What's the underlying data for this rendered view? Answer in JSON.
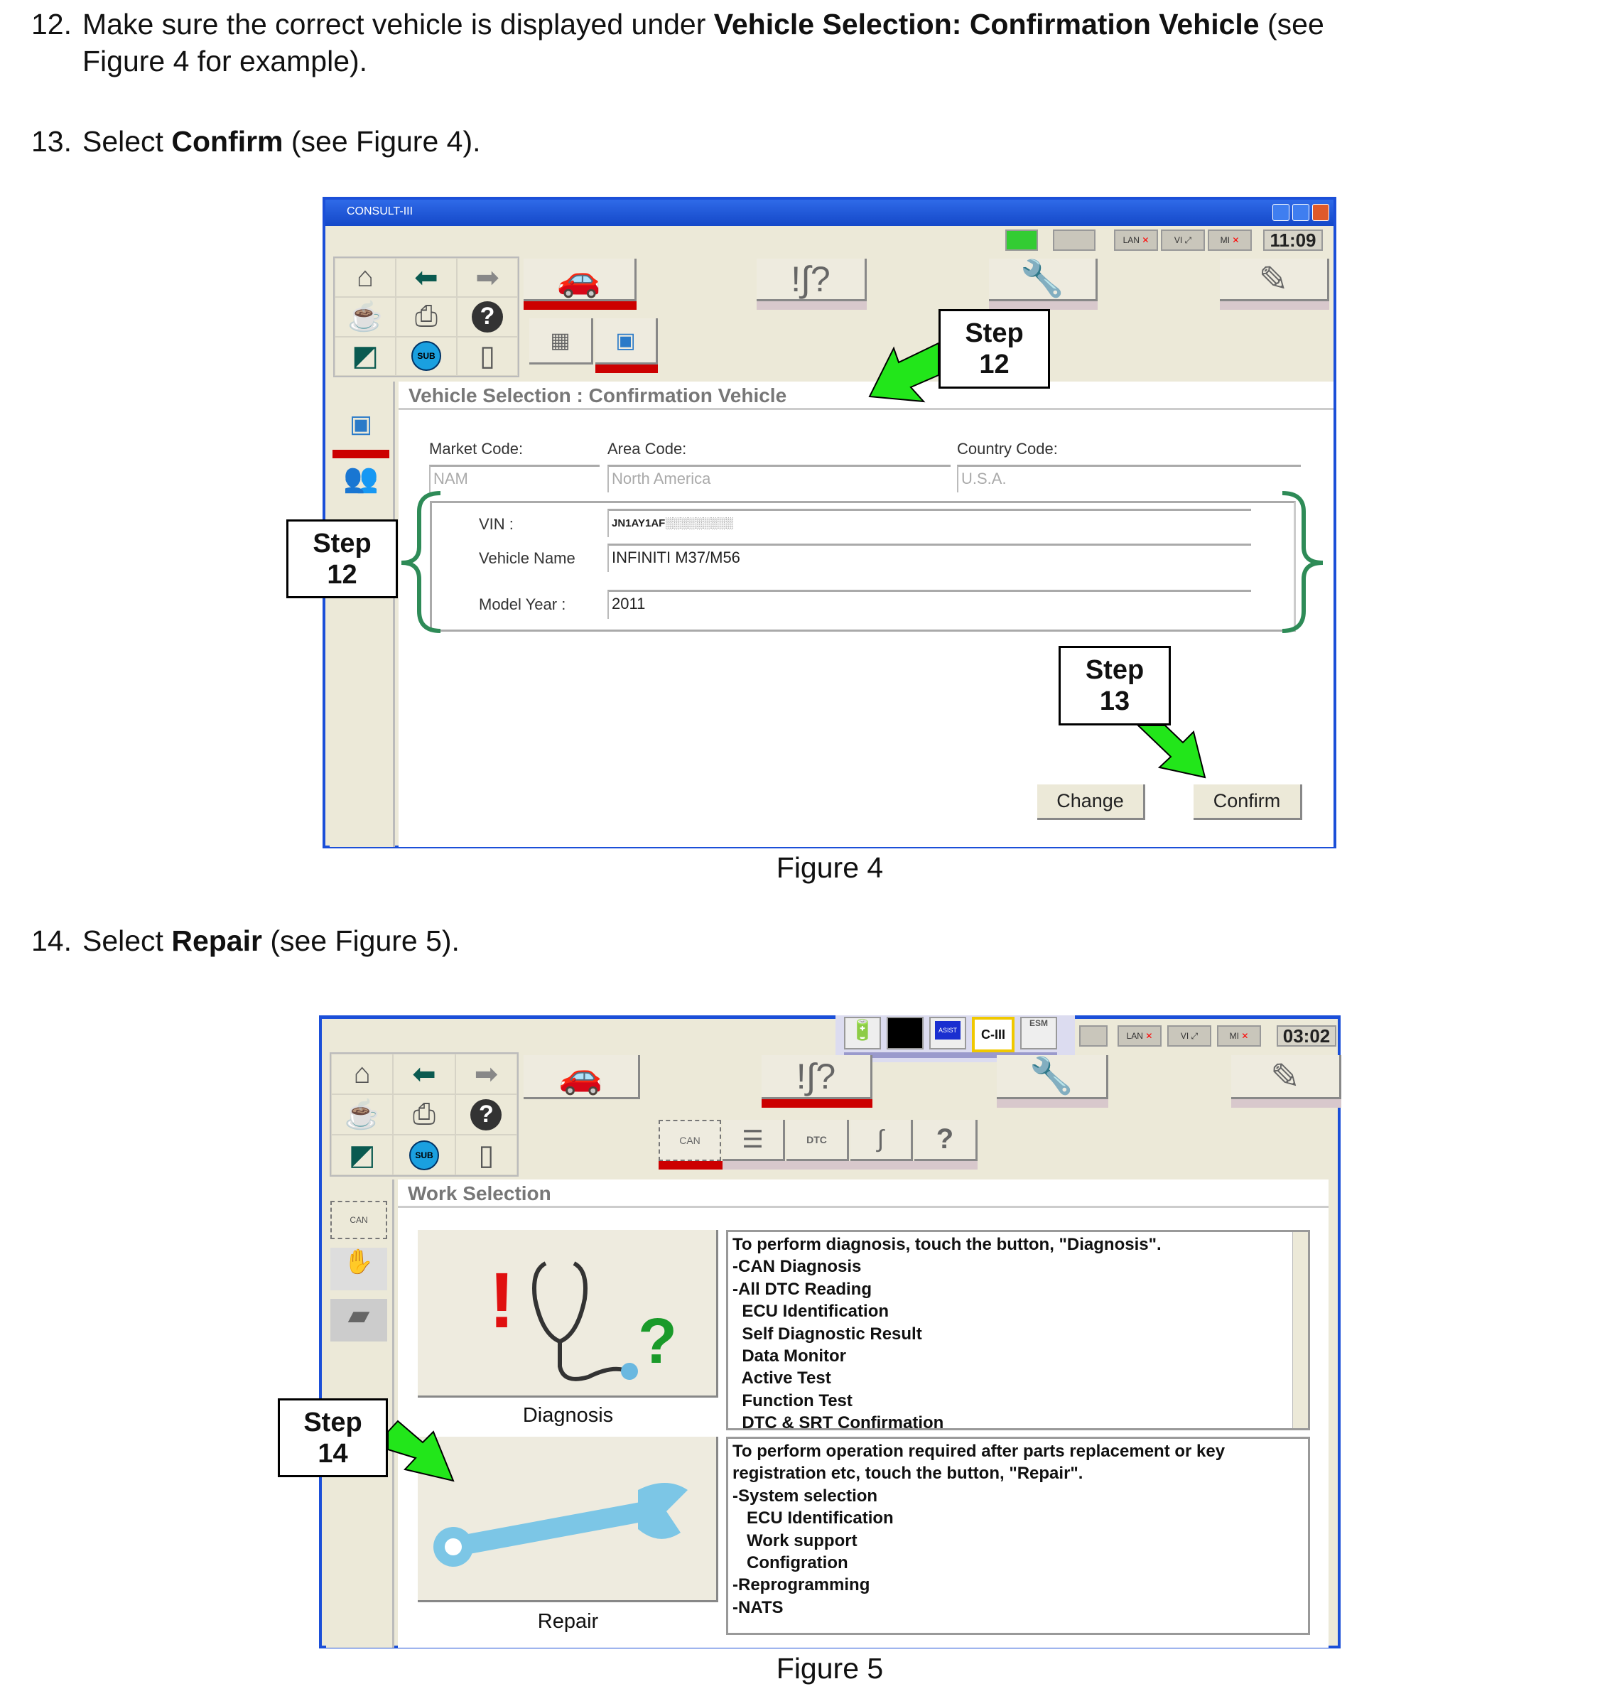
{
  "instructions": [
    {
      "number": "12.",
      "text_before": "Make sure the correct vehicle is displayed under ",
      "bold": "Vehicle Selection: Confirmation Vehicle",
      "text_after": " (see",
      "line2": "Figure 4 for example)."
    },
    {
      "number": "13.",
      "text_before": "Select ",
      "bold": "Confirm",
      "text_after": " (see Figure 4)."
    },
    {
      "number": "14.",
      "text_before": "Select ",
      "bold": "Repair",
      "text_after": " (see Figure 5)."
    }
  ],
  "figure4": {
    "caption": "Figure 4",
    "window_title": "CONSULT-III",
    "clock": "11:09",
    "status": {
      "lan": "LAN",
      "vi": "VI",
      "mi": "MI"
    },
    "header": "Vehicle Selection : Confirmation Vehicle",
    "labels": {
      "market": "Market Code:",
      "area": "Area Code:",
      "country": "Country Code:",
      "vin": "VIN :",
      "vehicle_name": "Vehicle Name",
      "model_year": "Model Year :"
    },
    "values": {
      "market": "NAM",
      "area": "North America",
      "country": "U.S.A.",
      "vin": "JN1AY1AF░░░░░░░░░",
      "vehicle_name": "INFINITI M37/M56",
      "model_year": "2011"
    },
    "buttons": {
      "change": "Change",
      "confirm": "Confirm"
    },
    "callouts": [
      {
        "title": "Step",
        "num": "12"
      },
      {
        "title": "Step",
        "num": "12"
      },
      {
        "title": "Step",
        "num": "13"
      }
    ],
    "icon_labels": {
      "sub": "SUB"
    }
  },
  "figure5": {
    "caption": "Figure 5",
    "clock": "03:02",
    "status": {
      "lan": "LAN",
      "vi": "VI",
      "mi": "MI"
    },
    "tray": {
      "c3": "C-III",
      "esm": "ESM",
      "asist": "ASIST"
    },
    "header": "Work Selection",
    "sub_buttons": {
      "can": "CAN",
      "dtc": "DTC"
    },
    "diagnosis_label": "Diagnosis",
    "repair_label": "Repair",
    "diagnosis_text": [
      "To perform diagnosis, touch the button, \"Diagnosis\".",
      "-CAN Diagnosis",
      "-All DTC Reading",
      "  ECU Identification",
      "  Self Diagnostic Result",
      "  Data Monitor",
      "  Active Test",
      "  Function Test",
      "  DTC & SRT Confirmation"
    ],
    "repair_text": [
      "To perform operation required after parts replacement or key",
      "registration etc, touch the button, \"Repair\".",
      "-System selection",
      "   ECU Identification",
      "   Work support",
      "   Configration",
      "-Reprogramming",
      "-NATS"
    ],
    "callout": {
      "title": "Step",
      "num": "14"
    }
  },
  "colors": {
    "arrow_green": "#22e61a",
    "brace_green": "#2e8b57",
    "window_blue": "#1b4fd8",
    "selected_red": "#cc0000"
  }
}
